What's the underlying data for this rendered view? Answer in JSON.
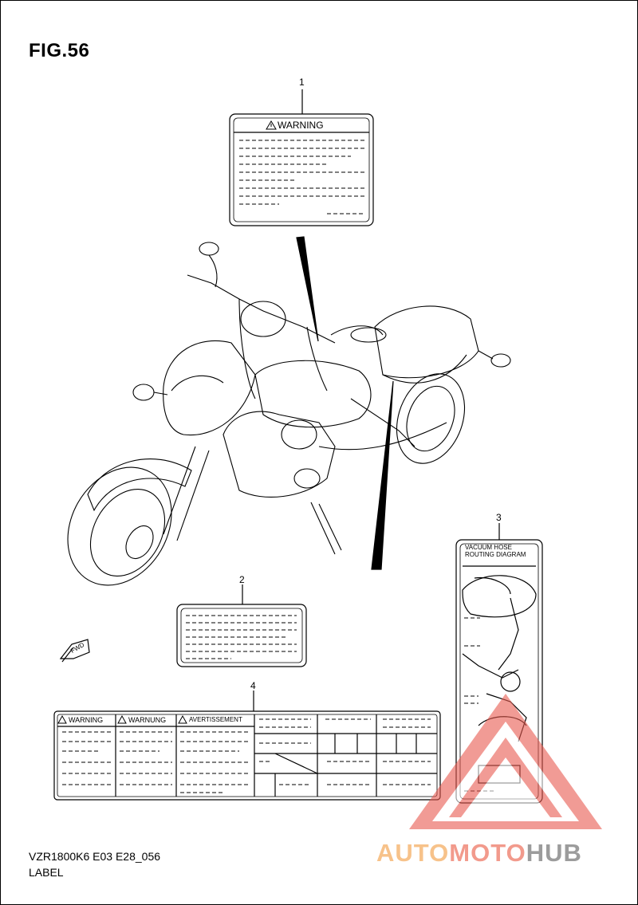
{
  "figure_title": "FIG.56",
  "callouts": [
    "1",
    "2",
    "3",
    "4"
  ],
  "label1": {
    "heading": "WARNING"
  },
  "label3": {
    "title_line1": "VACUUM HOSE",
    "title_line2": "ROUTING DIAGRAM"
  },
  "label4": {
    "col1": "WARNING",
    "col2": "WARNUNG",
    "col3": "AVERTISSEMENT"
  },
  "fwd_arrow": "FWD",
  "footer": {
    "model_code": "VZR1800K6 E03 E28_056",
    "section_name": "LABEL"
  },
  "watermark": {
    "part_a": "AUTO",
    "part_b": "MOTO",
    "part_c": "HUB"
  },
  "colors": {
    "watermark_red": "#e85a4f",
    "watermark_orange": "#f4a460",
    "watermark_gray": "#8a8a8a"
  }
}
